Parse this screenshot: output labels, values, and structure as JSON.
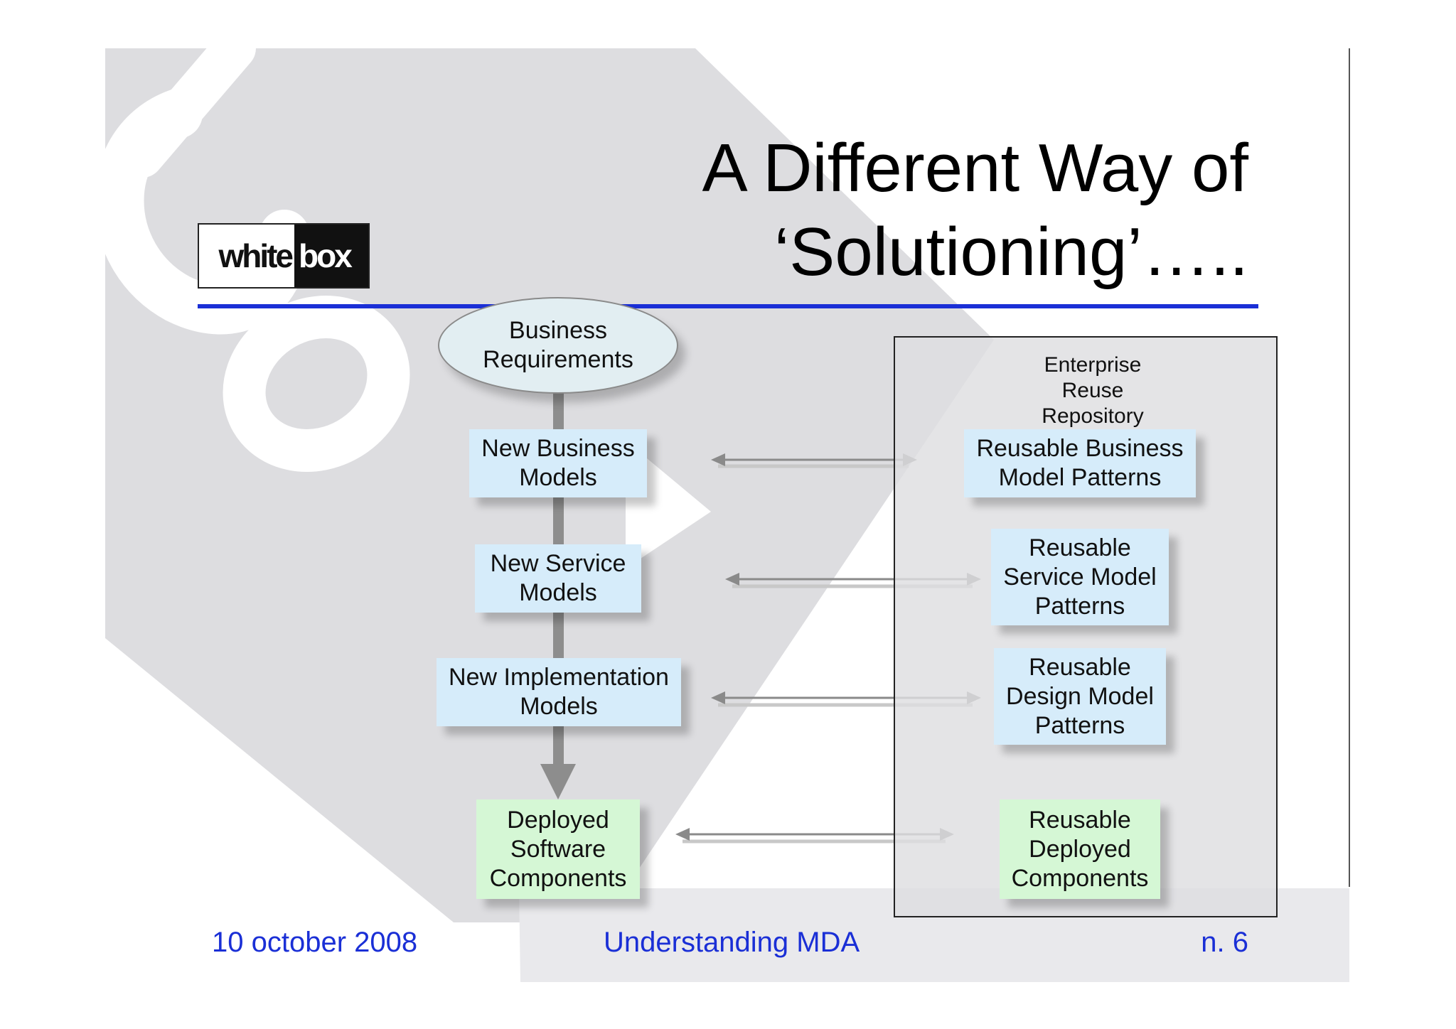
{
  "slide": {
    "title_line1": "A Different Way of",
    "title_line2": "‘Solutioning’…..",
    "logo": {
      "white": "white",
      "box": "box"
    }
  },
  "diagram": {
    "source": "Business Requirements",
    "chain": [
      {
        "label": "New Business Models"
      },
      {
        "label": "New Service Models"
      },
      {
        "label": "New Implementation Models"
      },
      {
        "label": "Deployed Software Components"
      }
    ],
    "repository": {
      "title": "Enterprise Reuse Repository",
      "items": [
        {
          "label": "Reusable Business Model Patterns"
        },
        {
          "label": "Reusable Service Model Patterns"
        },
        {
          "label": "Reusable Design Model Patterns"
        },
        {
          "label": "Reusable Deployed Components"
        }
      ]
    },
    "colors": {
      "model_box": "#d6ecfa",
      "deployed_box": "#d5f7d5",
      "rule": "#1a2fd6",
      "footer_text": "#1a2fd6"
    }
  },
  "footer": {
    "date": "10 october 2008",
    "topic": "Understanding MDA",
    "page": "n. 6"
  }
}
